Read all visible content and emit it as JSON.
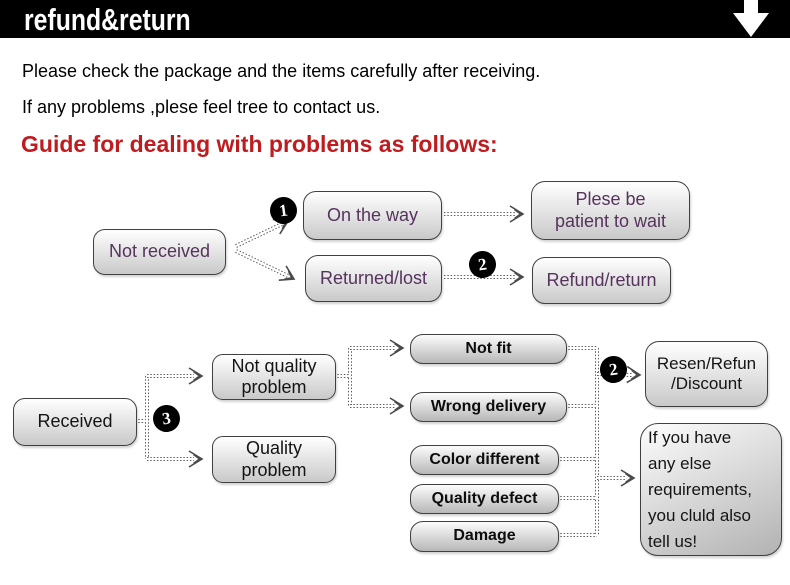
{
  "header": {
    "title": "refund&return",
    "icons": {
      "arrow": "down-arrow"
    }
  },
  "intro": {
    "line1": "Please check the package and the items carefully after receiving.",
    "line2": "If any problems ,plese feel tree to contact us."
  },
  "guide_heading": "Guide for dealing with problems as follows:",
  "colors": {
    "header_bg": "#000000",
    "heading_red": "#bf1c20",
    "flow1_text_purple": "#56335c",
    "flow2_text_black": "#141414",
    "box_border": "#404040",
    "connector_gray": "#4a4a4a"
  },
  "flow_not_received": {
    "badge_1": "1",
    "badge_2": "2",
    "nodes": {
      "not_received": "Not received",
      "on_the_way": "On the way",
      "returned_lost": "Returned/lost",
      "patient_wait": "Plese be\npatient to wait",
      "refund_return": "Refund/return"
    }
  },
  "flow_received": {
    "badge_3": "3",
    "badge_2": "2",
    "nodes": {
      "received": "Received",
      "not_quality_problem": "Not quality\nproblem",
      "quality_problem": "Quality\nproblem",
      "not_fit": "Not fit",
      "wrong_delivery": "Wrong delivery",
      "color_different": "Color different",
      "quality_defect": "Quality defect",
      "damage": "Damage",
      "resen_refund_discount": "Resen/Refun\n/Discount",
      "other_requirements": "If you have\nany else\nrequirements,\nyou cluld also\ntell us!"
    }
  }
}
